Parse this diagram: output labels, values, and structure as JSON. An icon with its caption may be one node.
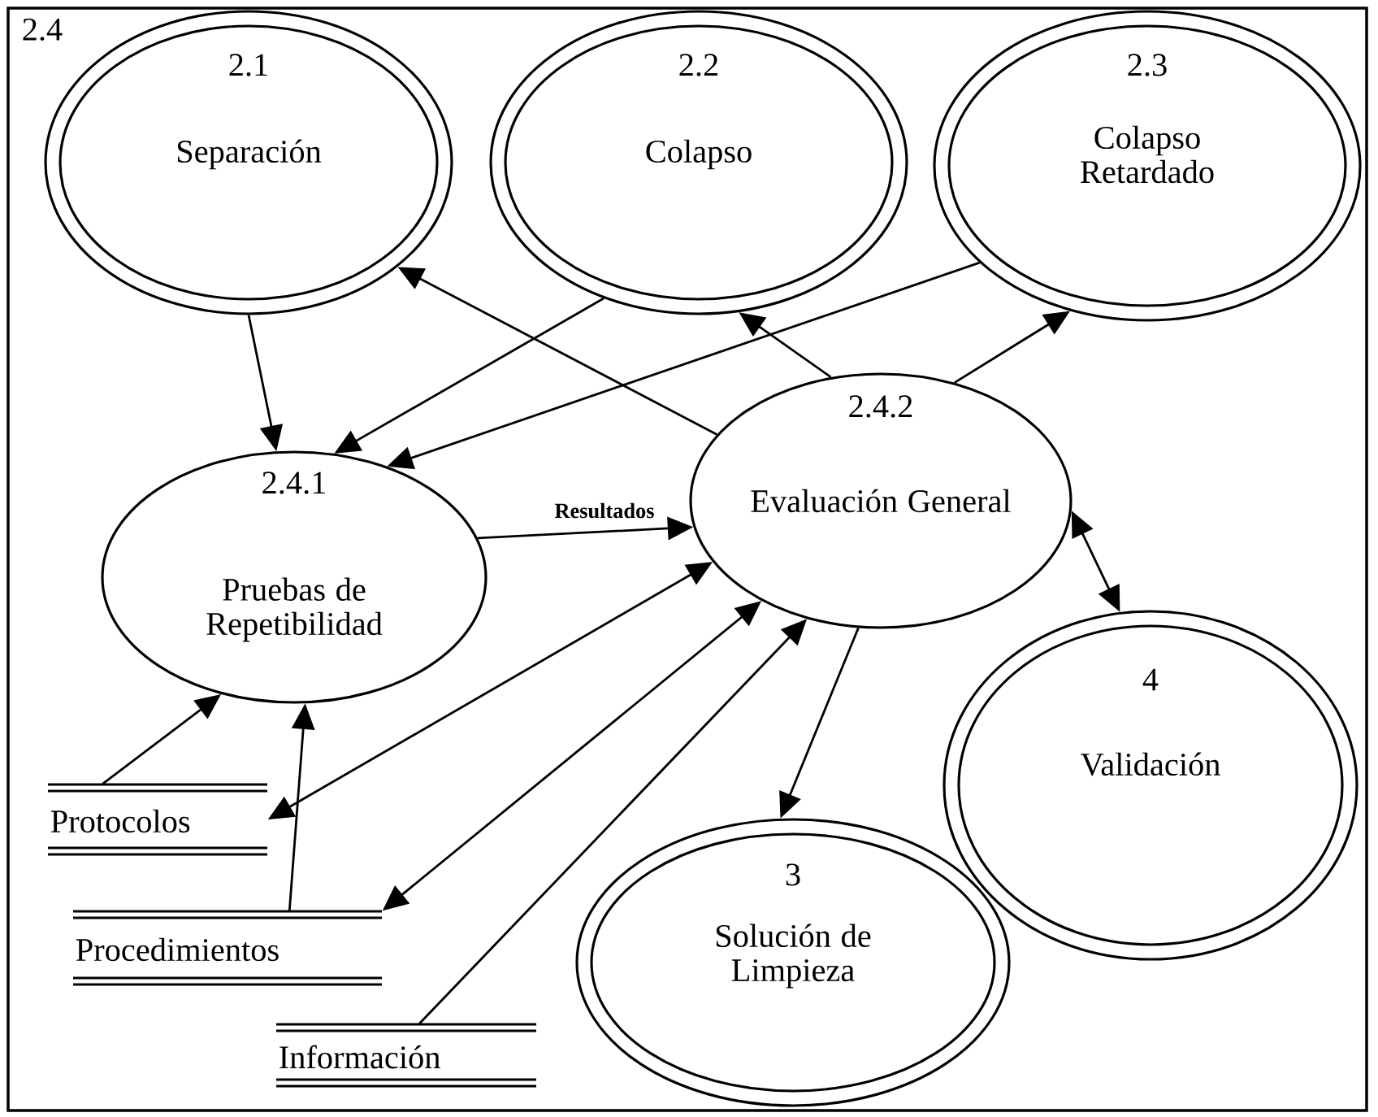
{
  "diagram": {
    "nodes": [
      {
        "text": [
          "2.4"
        ]
      },
      {
        "text": [
          "2.1",
          "Separación"
        ],
        "in": 0
      },
      {
        "text": [
          "2.2",
          "Colapso"
        ],
        "in": 0
      },
      {
        "text": [
          "2.3",
          "Colapso Retardado"
        ],
        "in": 0
      },
      {
        "text": [
          "2.4.1",
          "Pruebas de Repetibilidad"
        ],
        "in": 0
      },
      {
        "text": [
          "2.4.2",
          "Evaluación General"
        ],
        "in": 0
      },
      {
        "text": [
          "4",
          "Validación"
        ],
        "in": 0
      },
      {
        "text": [
          "Protocolos"
        ],
        "in": 0
      },
      {
        "text": [
          "Procedimientos"
        ],
        "in": 0
      },
      {
        "text": [
          "3",
          "Solución de Limpieza"
        ],
        "in": 0
      },
      {
        "text": [
          "Información"
        ],
        "in": 0
      }
    ],
    "edges": [
      {
        "from": 1,
        "to": 4,
        "arrow": "to"
      },
      {
        "from": 2,
        "to": 4,
        "arrow": "to"
      },
      {
        "from": 3,
        "to": 4,
        "arrow": "to"
      },
      {
        "from": 5,
        "to": 1,
        "arrow": "to"
      },
      {
        "from": 5,
        "to": 2,
        "arrow": "to"
      },
      {
        "from": 5,
        "to": 3,
        "arrow": "to"
      },
      {
        "from": 4,
        "to": 5,
        "arrow": "to",
        "label": "Resultados"
      },
      {
        "from": 5,
        "to": 6,
        "arrow": "both"
      },
      {
        "from": 5,
        "to": 9,
        "arrow": "to"
      },
      {
        "from": 7,
        "to": 4,
        "arrow": "to"
      },
      {
        "from": 8,
        "to": 4,
        "arrow": "to"
      },
      {
        "from": 7,
        "to": 5,
        "arrow": "both"
      },
      {
        "from": 8,
        "to": 5,
        "arrow": "both"
      },
      {
        "from": 10,
        "to": 5,
        "arrow": "to"
      }
    ]
  }
}
